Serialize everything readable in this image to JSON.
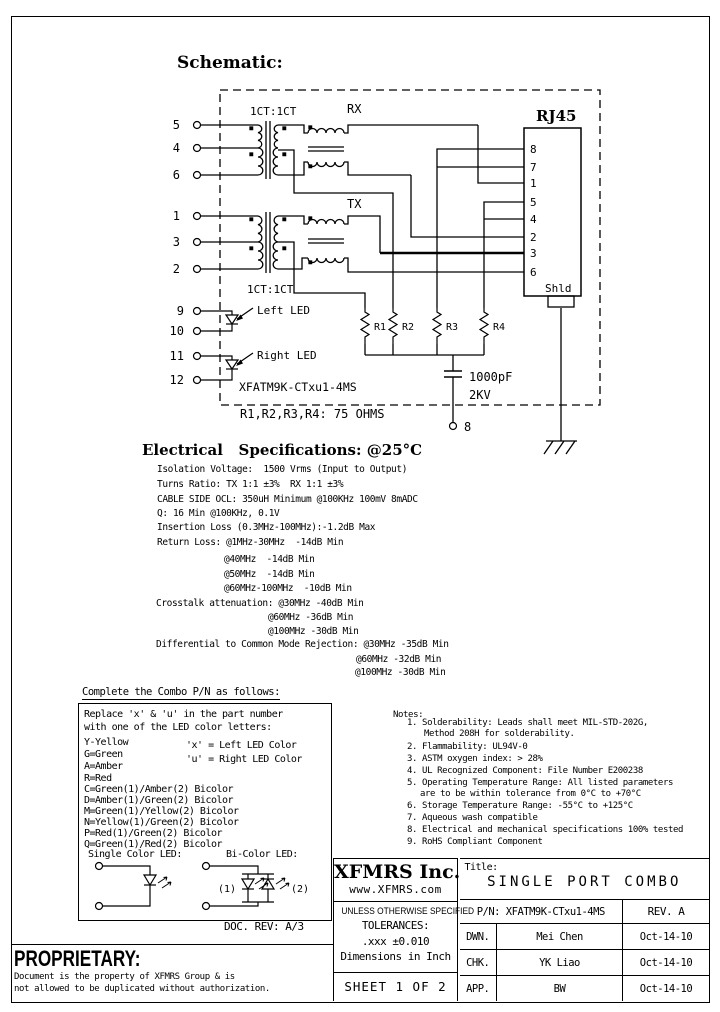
{
  "schematic": {
    "heading": "Schematic:",
    "ratio_top": "1CT:1CT",
    "ratio_bottom": "1CT:1CT",
    "rx": "RX",
    "tx": "TX",
    "rj45_label": "RJ45",
    "rj45_pins": [
      "8",
      "7",
      "1",
      "5",
      "4",
      "2",
      "3",
      "6"
    ],
    "shield": "Shld",
    "left_pins": [
      "5",
      "4",
      "6",
      "1",
      "3",
      "2"
    ],
    "led_pins": [
      "9",
      "10",
      "11",
      "12"
    ],
    "left_led": "Left LED",
    "right_led": "Right LED",
    "resistors": [
      "R1",
      "R2",
      "R3",
      "R4"
    ],
    "cap_value": "1000pF",
    "cap_rating": "2KV",
    "cap_pin": "8",
    "part_number": "XFATM9K-CTxu1-4MS",
    "resistor_note": "R1,R2,R3,R4: 75 OHMS"
  },
  "specs": {
    "heading": "Electrical   Specifications: @25°C",
    "lines": [
      "Isolation Voltage:  1500 Vrms (Input to Output)",
      "Turns Ratio: TX 1:1 ±3%  RX 1:1 ±3%",
      "CABLE SIDE OCL: 350uH Minimum @100KHz 100mV 8mADC",
      "Q: 16 Min @100KHz, 0.1V",
      "Insertion Loss (0.3MHz-100MHz):-1.2dB Max",
      "Return Loss: @1MHz-30MHz  -14dB Min",
      "@40MHz  -14dB Min",
      "@50MHz  -14dB Min",
      "@60MHz-100MHz  -10dB Min",
      "Crosstalk attenuation: @30MHz -40dB Min",
      "@60MHz -36dB Min",
      "@100MHz -30dB Min",
      "Differential to Common Mode Rejection: @30MHz -35dB Min",
      "@60MHz -32dB Min",
      "@100MHz -30dB Min"
    ]
  },
  "combo": {
    "heading": "Complete the Combo P/N as follows:",
    "line1": "Replace 'x' & 'u' in the part number",
    "line2": "with one of the LED color letters:",
    "codes": [
      "Y-Yellow",
      "G=Green",
      "A=Amber",
      "R=Red",
      "C=Green(1)/Amber(2) Bicolor",
      "D=Amber(1)/Green(2) Bicolor",
      "M=Green(1)/Yellow(2) Bicolor",
      "N=Yellow(1)/Green(2) Bicolor",
      "P=Red(1)/Green(2) Bicolor",
      "Q=Green(1)/Red(2) Bicolor"
    ],
    "x_note": "'x' = Left LED Color",
    "u_note": "'u' = Right LED Color",
    "single_label": "Single Color LED:",
    "bi_label": "Bi-Color LED:",
    "led1": "(1)",
    "led2": "(2)",
    "doc_rev": "DOC. REV: A/3"
  },
  "notes": {
    "heading": "Notes:",
    "lines": [
      "1. Solderability: Leads shall meet MIL-STD-202G,",
      "Method 208H for solderability.",
      "2. Flammability: UL94V-0",
      "3. ASTM oxygen index: > 28%",
      "4. UL Recognized Component: File Number E200238",
      "5. Operating Temperature Range: All listed parameters",
      "are to be within tolerance from 0°C to +70°C",
      "6. Storage Temperature Range: -55°C to +125°C",
      "7. Aqueous wash compatible",
      "8. Electrical and mechanical specifications 100% tested",
      "9. RoHS Compliant Component"
    ]
  },
  "title_block": {
    "company": "XFMRS Inc.",
    "website": "www.XFMRS.com",
    "unless": "UNLESS OTHERWISE SPECIFIED",
    "tolerances": "TOLERANCES:",
    "tol_value": ".xxx ±0.010",
    "dimensions": "Dimensions in Inch",
    "sheet": "SHEET 1 OF 2",
    "title_label": "Title:",
    "title": "SINGLE PORT COMBO",
    "pn": "P/N: XFATM9K-CTxu1-4MS",
    "rev": "REV. A",
    "rows": [
      {
        "label": "DWN.",
        "name": "Mei Chen",
        "date": "Oct-14-10"
      },
      {
        "label": "CHK.",
        "name": "YK Liao",
        "date": "Oct-14-10"
      },
      {
        "label": "APP.",
        "name": "BW",
        "date": "Oct-14-10"
      }
    ]
  },
  "proprietary": {
    "heading": "PROPRIETARY:",
    "line1": "Document is the property of XFMRS Group & is",
    "line2": "not allowed to be duplicated without authorization."
  }
}
